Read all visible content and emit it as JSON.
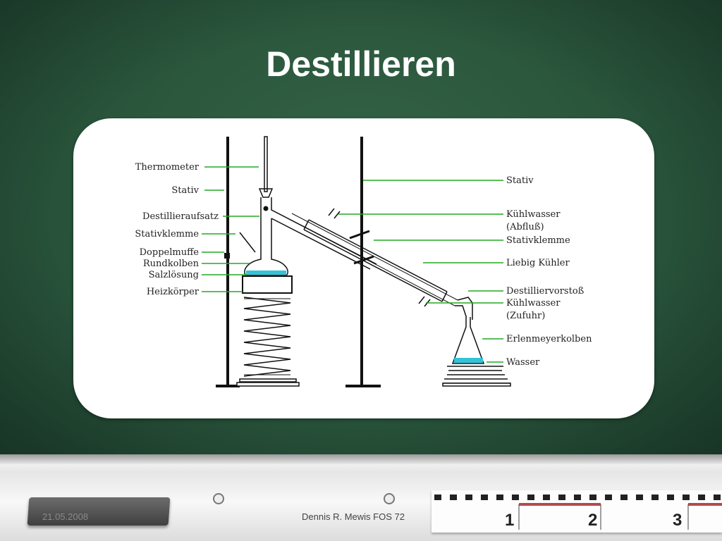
{
  "slide": {
    "title": "Destillieren",
    "footer_date": "21.05.2008",
    "footer_author": "Dennis R. Mewis FOS 72"
  },
  "diagram": {
    "labels_left": [
      "Thermometer",
      "Stativ",
      "Destillieraufsatz",
      "Stativklemme",
      "Doppelmuffe",
      "Rundkolben",
      "Salzlösung",
      "Heizkörper"
    ],
    "labels_right": [
      "Stativ",
      "Kühlwasser",
      "(Abfluß)",
      "Stativklemme",
      "Liebig Kühler",
      "Destilliervorstoß",
      "Kühlwasser",
      "(Zufuhr)",
      "Erlenmeyerkolben",
      "Wasser"
    ],
    "colors": {
      "leader_lines": "#22aa22",
      "liquid": "#33c3d8",
      "apparatus": "#111111"
    }
  },
  "ruler": {
    "numbers": [
      "1",
      "2",
      "3"
    ]
  }
}
